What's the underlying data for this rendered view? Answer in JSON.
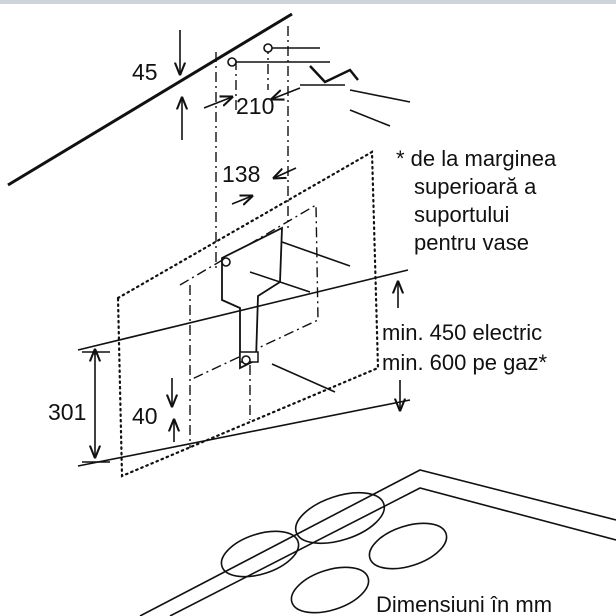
{
  "dimensions": {
    "wall_offset": "45",
    "hole_spacing": "210",
    "bracket_width": "138",
    "hood_height": "301",
    "bracket_offset": "40"
  },
  "clearance": {
    "electric": "min. 450 electric",
    "gas": "min. 600 pe gaz*"
  },
  "footnote": {
    "line1": "* de la marginea",
    "line2": "superioară a",
    "line3": "suportului",
    "line4": "pentru vase"
  },
  "units_note": "Dimensiuni în mm"
}
